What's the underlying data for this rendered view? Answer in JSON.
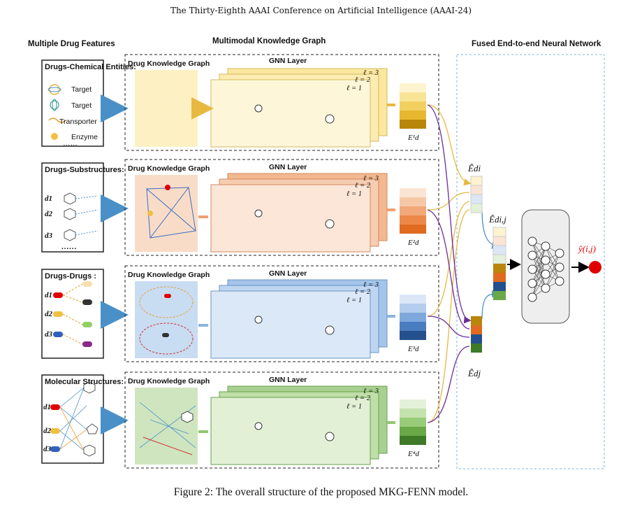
{
  "header": "The Thirty-Eighth AAAI Conference on Artificial Intelligence (AAAI-24)",
  "sections": {
    "features": "Multiple Drug Features",
    "mkg": "Multimodal Knowledge Graph",
    "fenn": "Fused End-to-end Neural Network"
  },
  "feature_boxes": [
    {
      "title": "Drugs-Chemical Entities:",
      "items": [
        "Target",
        "Target",
        "Transporter",
        "Enzyme",
        "……"
      ]
    },
    {
      "title": "Drugs-Substructures:",
      "items": [
        "d1",
        "d2",
        "d3",
        "……"
      ]
    },
    {
      "title": "Drugs-Drugs :",
      "items": [
        "d1",
        "d2",
        "d3"
      ]
    },
    {
      "title": "Molecular Structures:",
      "items": [
        "d1",
        "d2",
        "d3"
      ]
    }
  ],
  "kg_label": "Drug Knowledge Graph",
  "gnn_label": "GNN Layer",
  "layers": [
    "ℓ = 3",
    "ℓ = 2",
    "ℓ = 1"
  ],
  "embeddings": [
    "E¹d",
    "E²d",
    "E³d",
    "E⁴d"
  ],
  "fused": {
    "di": "Êdi",
    "dij": "Êdi,j",
    "dj": "Êdj",
    "output": "ŷ(i,j)"
  },
  "colors": {
    "row1": "#f7e7a0",
    "row2": "#f4c8a8",
    "row3": "#b9d2ee",
    "row4": "#c8e2b6",
    "arrow_blue": "#4a90c8",
    "arrow_purple": "#6a2c9a",
    "arrow_yellow": "#e8b840",
    "output_red": "#e00000"
  },
  "caption": "Figure 2: The overall structure of the proposed MKG-FENN model."
}
